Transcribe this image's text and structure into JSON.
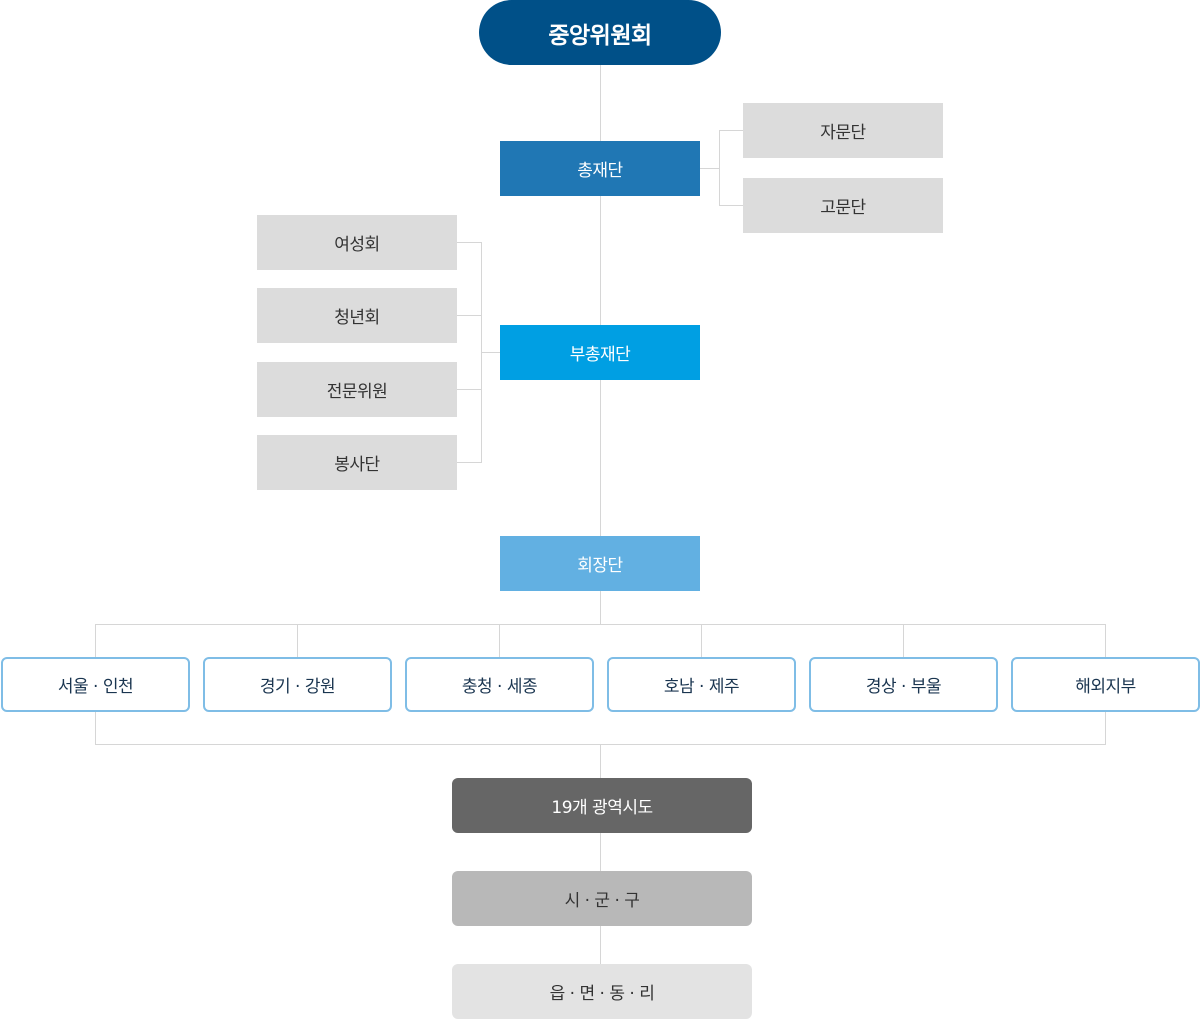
{
  "top": {
    "label": "중앙위원회"
  },
  "chain": {
    "secretary_general": "총재단",
    "vice_secretary_general": "부총재단",
    "chairmen": "회장단"
  },
  "advisory": [
    {
      "label": "자문단"
    },
    {
      "label": "고문단"
    }
  ],
  "committees": [
    {
      "label": "여성회"
    },
    {
      "label": "청년회"
    },
    {
      "label": "전문위원"
    },
    {
      "label": "봉사단"
    }
  ],
  "regions": [
    {
      "label": "서울 · 인천"
    },
    {
      "label": "경기 · 강원"
    },
    {
      "label": "충청 · 세종"
    },
    {
      "label": "호남 · 제주"
    },
    {
      "label": "경상 · 부울"
    },
    {
      "label": "해외지부"
    }
  ],
  "levels": [
    {
      "label": "19개 광역시도"
    },
    {
      "label": "시 · 군 · 구"
    },
    {
      "label": "읍 · 면 · 동 · 리"
    }
  ],
  "colors": {
    "top": "#005088",
    "secretary_general": "#2077b4",
    "vice_secretary_general": "#009fe3",
    "chairmen": "#62b0e2",
    "side_box": "#dcdcdc",
    "region_border": "#7fbde6",
    "level1": "#666666",
    "level2": "#b8b8b8",
    "level3": "#e3e3e3",
    "connector": "#d6d6d6"
  }
}
